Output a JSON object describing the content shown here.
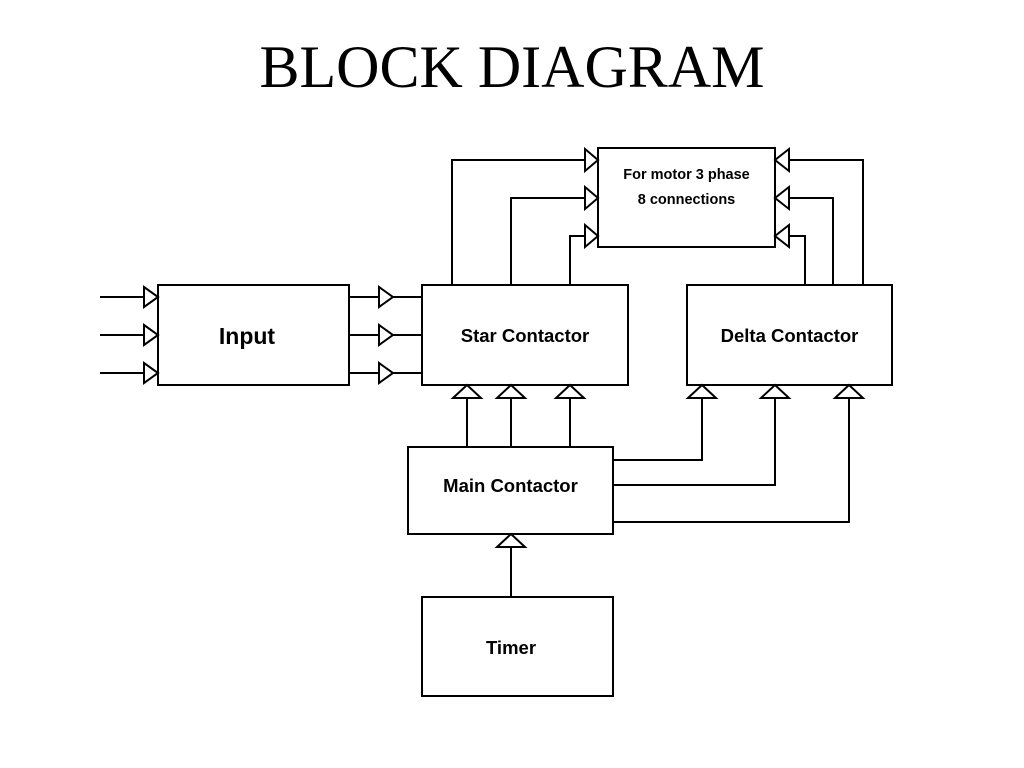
{
  "title": "BLOCK DIAGRAM",
  "blocks": {
    "motor": {
      "line1": "For motor 3 phase",
      "line2": "8 connections"
    },
    "input": {
      "label": "Input"
    },
    "star": {
      "label": "Star Contactor"
    },
    "delta": {
      "label": "Delta Contactor"
    },
    "main": {
      "label": "Main Contactor"
    },
    "timer": {
      "label": "Timer"
    }
  },
  "connections": [
    {
      "from": "external",
      "to": "input",
      "count": 3
    },
    {
      "from": "input",
      "to": "star",
      "count": 3
    },
    {
      "from": "star",
      "to": "motor",
      "count": 3
    },
    {
      "from": "delta",
      "to": "motor",
      "count": 3
    },
    {
      "from": "main",
      "to": "star",
      "count": 3
    },
    {
      "from": "main",
      "to": "delta",
      "count": 3
    },
    {
      "from": "timer",
      "to": "main",
      "count": 1
    }
  ],
  "colors": {
    "line": "#000000",
    "background": "#ffffff"
  }
}
